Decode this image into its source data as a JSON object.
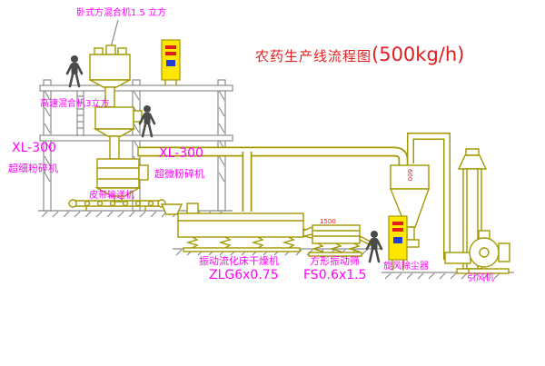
{
  "title": {
    "prefix": "农药生产线流程图",
    "capacity": "(500kg/h)"
  },
  "labels": {
    "mixer_top": "卧式方混合机1.5 立方",
    "mixer_high_speed": "高速混合机3立方",
    "mill_left_model": "XL-300",
    "mill_left_name": "超细粉碎机",
    "mill_mid_model": "XL-300",
    "mill_mid_name": "超微粉碎机",
    "belt_conveyor": "皮带输送机",
    "dryer_name": "振动流化床干燥机",
    "dryer_model": "ZLG6x0.75",
    "sieve_name": "方形振动筛",
    "sieve_model": "FS0.6x1.5",
    "cyclone": "旋风除尘器",
    "fan": "引风机"
  },
  "dimensions": {
    "sieve": "1500",
    "cyclone": "600"
  },
  "colors": {
    "title": "#e02020",
    "label": "#ff00ff",
    "equipment": "#a39800",
    "structure": "#8c8c8c",
    "cabinet": "#ffe600",
    "person": "#4a4a4a",
    "dimension": "#e02020"
  }
}
